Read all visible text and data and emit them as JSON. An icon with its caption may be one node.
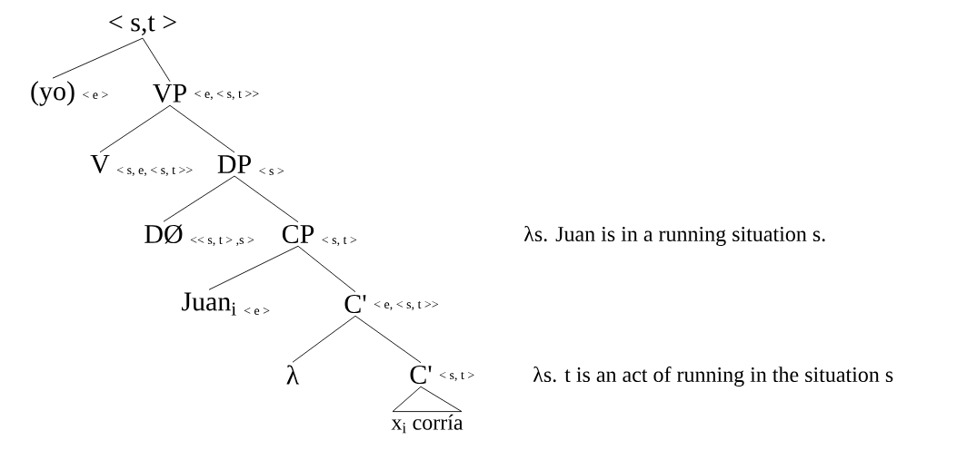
{
  "diagram": {
    "nodes": [
      {
        "text": [
          "< s,t >"
        ]
      },
      {
        "text": [
          "(yo)",
          "< e >"
        ]
      },
      {
        "text": [
          "VP",
          "< e, < s, t >>"
        ]
      },
      {
        "text": [
          "V",
          "< s, e, < s, t >>"
        ]
      },
      {
        "text": [
          "DP",
          "< s >"
        ]
      },
      {
        "text": [
          "DØ",
          "<< s, t > ,s >"
        ]
      },
      {
        "text": [
          "CP",
          "< s, t >"
        ]
      },
      {
        "text": [
          "Juan$_{i}$",
          "< e >"
        ]
      },
      {
        "text": [
          "C'",
          "< e, < s, t >>"
        ]
      },
      {
        "text": [
          "λ"
        ]
      },
      {
        "text": [
          "C'",
          "< s, t >"
        ],
        "beside": [
          "λs. t is an act of running in the situation s"
        ]
      },
      {
        "text": [
          "x$_{i}$ corría"
        ]
      }
    ],
    "edges": [
      {
        "from": 0,
        "to": 1,
        "arrow": "none"
      },
      {
        "from": 0,
        "to": 2,
        "arrow": "none"
      },
      {
        "from": 2,
        "to": 3,
        "arrow": "none"
      },
      {
        "from": 2,
        "to": 4,
        "arrow": "none"
      },
      {
        "from": 4,
        "to": 5,
        "arrow": "none"
      },
      {
        "from": 4,
        "to": 6,
        "arrow": "none"
      },
      {
        "from": 6,
        "to": 7,
        "arrow": "none"
      },
      {
        "from": 6,
        "to": 8,
        "arrow": "none"
      },
      {
        "from": 8,
        "to": 9,
        "arrow": "none"
      },
      {
        "from": 8,
        "to": 10,
        "arrow": "none"
      },
      {
        "from": 10,
        "to": 11,
        "arrow": "none"
      }
    ],
    "labels": [
      "λs. Juan is in a running situation s."
    ]
  }
}
